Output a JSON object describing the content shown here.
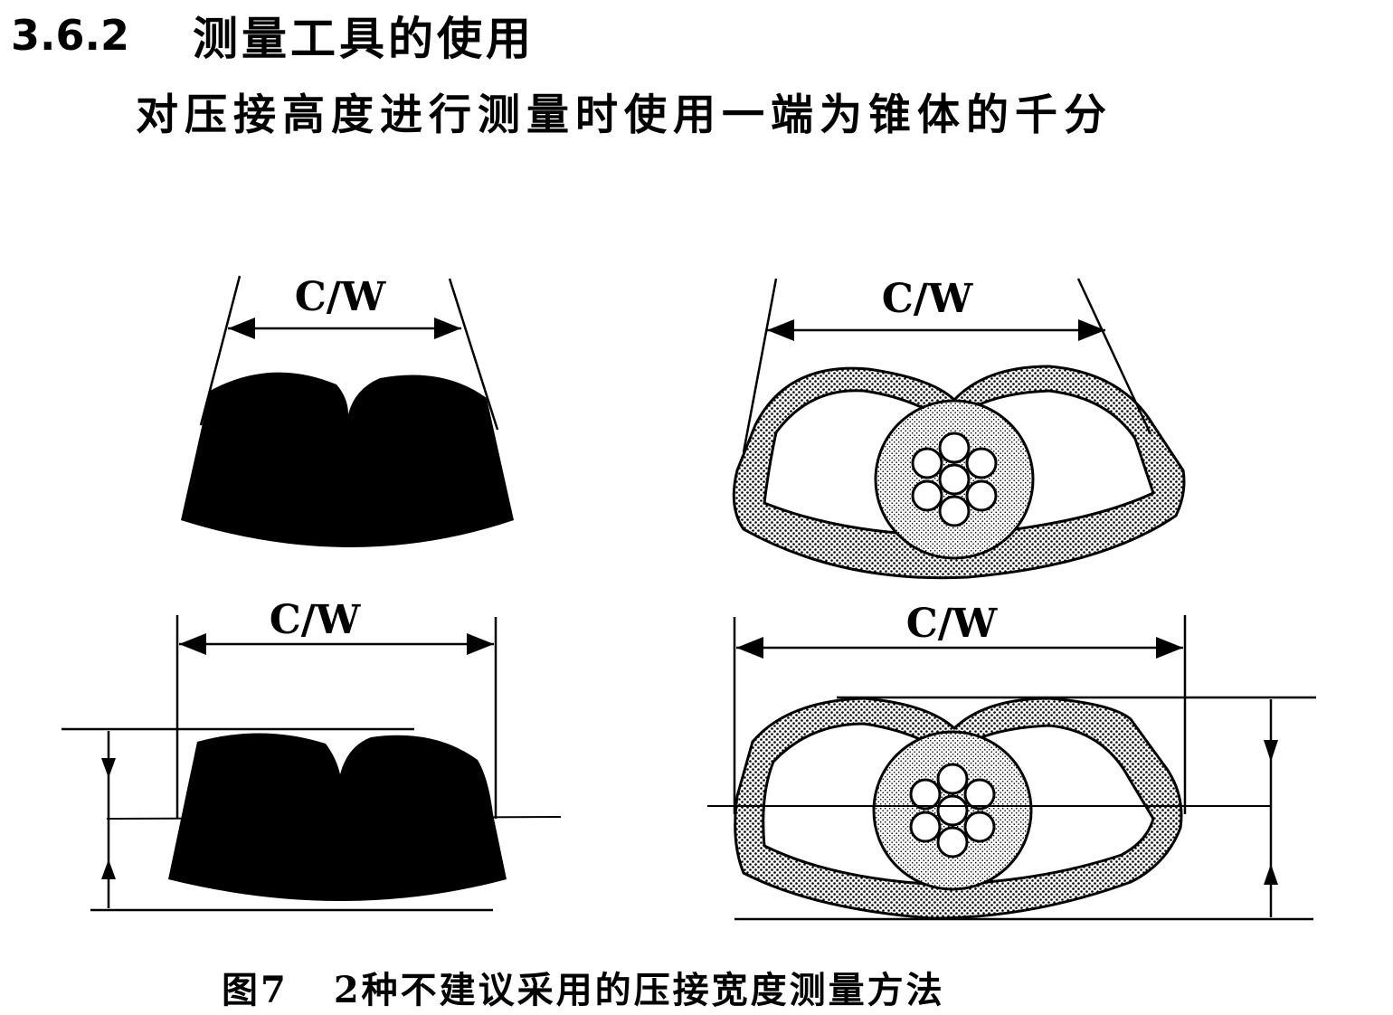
{
  "section": {
    "number": "3.6.2",
    "title": "测量工具的使用"
  },
  "paragraph": "对压接高度进行测量时使用一端为锥体的千分",
  "figure": {
    "dimension_label": "C/W",
    "caption_number": "图7",
    "caption_text": "2种不建议采用的压接宽度测量方法"
  }
}
